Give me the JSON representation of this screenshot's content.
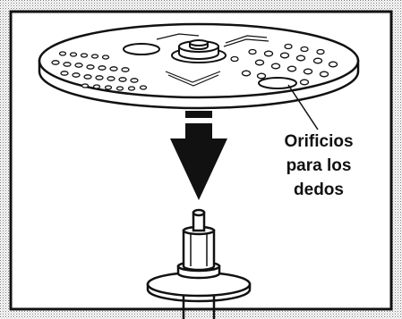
{
  "callout": {
    "line1": "Orificios",
    "line2": "para los",
    "line3": "dedos"
  },
  "colors": {
    "outline": "#111111",
    "background": "#ffffff",
    "inner_panel": "#ffffff"
  },
  "icons": {
    "arrow": "down-arrow-icon",
    "disc": "grating-disc",
    "spindle": "drive-shaft"
  }
}
